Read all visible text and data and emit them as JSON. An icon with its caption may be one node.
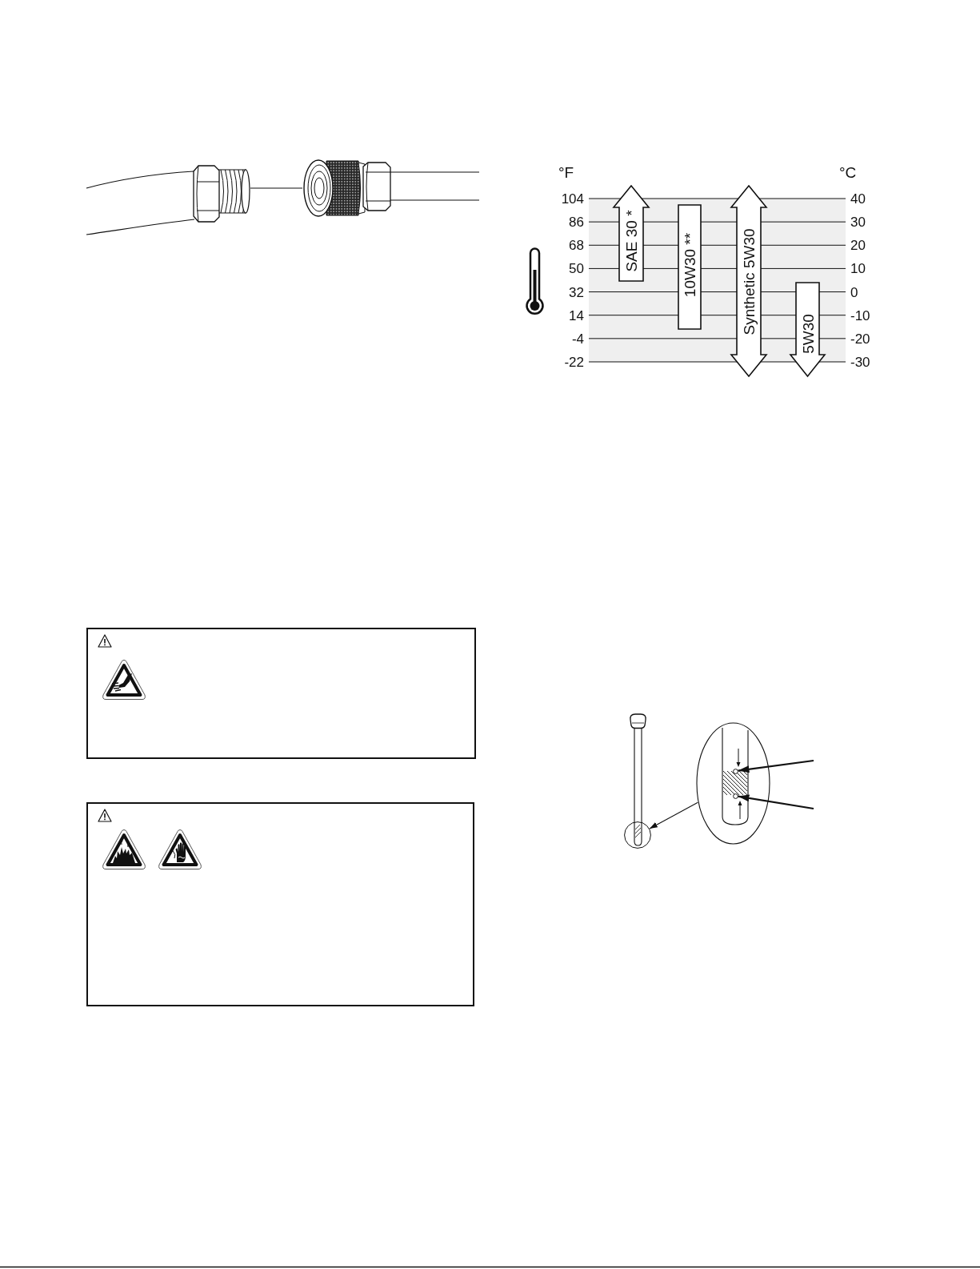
{
  "diagram": {
    "nodes": [
      {
        "text": [],
        "shape": "picture"
      },
      {
        "text": [],
        "shape": "picture"
      },
      {
        "text": [
          "SAE 30 *"
        ]
      },
      {
        "text": [
          "10W30 **"
        ]
      },
      {
        "text": [
          "Synthetic 5W30"
        ]
      },
      {
        "text": [
          "5W30"
        ]
      },
      {
        "text": [],
        "shape": "box"
      },
      {
        "text": [],
        "shape": "box"
      },
      {
        "text": [],
        "shape": "ellipse"
      },
      {
        "text": [],
        "shape": "circle",
        "in": 8
      },
      {
        "text": [],
        "shape": "circle",
        "in": 8
      },
      {
        "text": [],
        "shape": "circle"
      }
    ],
    "edges": [
      {
        "from": 0,
        "to": 1,
        "arrow": "none"
      },
      {
        "from": 8,
        "to": 11,
        "arrow": "to"
      },
      {
        "from": null,
        "to": 9,
        "arrow": "to"
      },
      {
        "from": null,
        "to": 10,
        "arrow": "to"
      }
    ],
    "labels": [
      "°F",
      "°C",
      "104",
      "40",
      "86",
      "30",
      "68",
      "20",
      "50",
      "10",
      "32",
      "0",
      "14",
      "-10",
      "-4",
      "-20",
      "-22",
      "-30"
    ]
  }
}
